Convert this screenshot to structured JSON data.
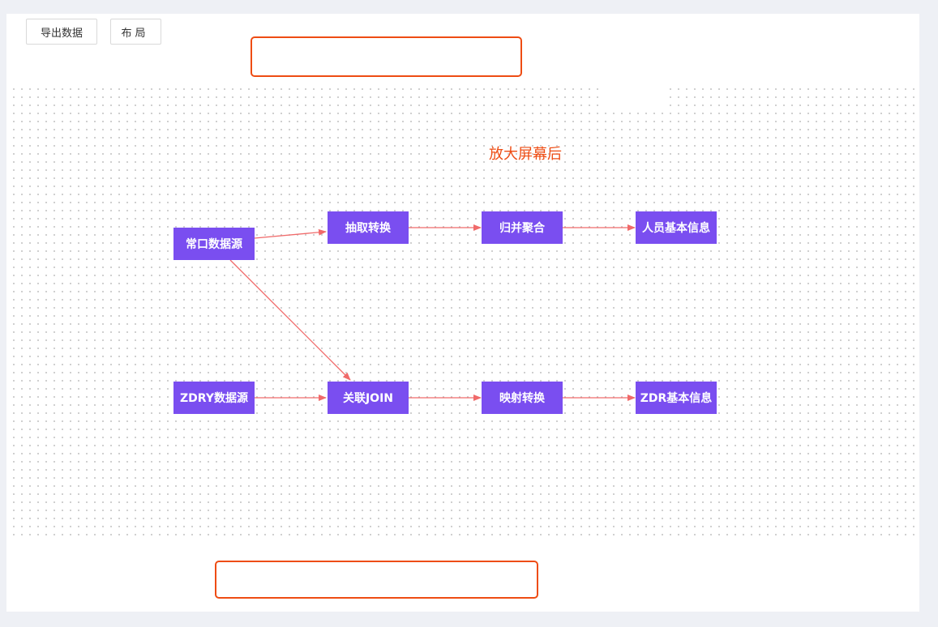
{
  "toolbar": {
    "export_label": "导出数据",
    "layout_label": "布局"
  },
  "annotation": {
    "text": "放大屏幕后"
  },
  "nodes": {
    "changkou_source": "常口数据源",
    "extract_transform": "抽取转换",
    "merge_aggregate": "归并聚合",
    "person_info": "人员基本信息",
    "zdry_source": "ZDRY数据源",
    "join": "关联JOIN",
    "map_transform": "映射转换",
    "zdr_info": "ZDR基本信息"
  },
  "edges": [
    {
      "from": "changkou_source",
      "to": "extract_transform"
    },
    {
      "from": "extract_transform",
      "to": "merge_aggregate"
    },
    {
      "from": "merge_aggregate",
      "to": "person_info"
    },
    {
      "from": "changkou_source",
      "to": "join"
    },
    {
      "from": "zdry_source",
      "to": "join"
    },
    {
      "from": "join",
      "to": "map_transform"
    },
    {
      "from": "map_transform",
      "to": "zdr_info"
    }
  ],
  "colors": {
    "node_fill": "#7a4ef0",
    "node_text": "#ffffff",
    "edge": "#f06a6a",
    "annotation": "#ee4c13",
    "highlight_border": "#ee4c13"
  }
}
